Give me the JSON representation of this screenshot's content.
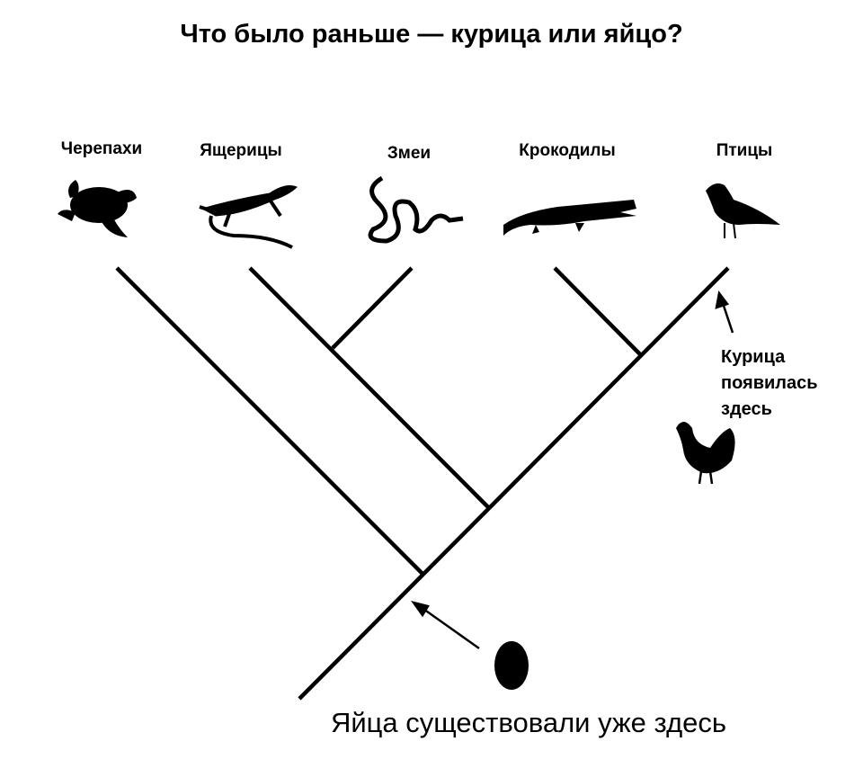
{
  "title": "Что было раньше — курица или яйцо?",
  "taxa": [
    "Черепахи",
    "Ящерицы",
    "Змеи",
    "Крокодилы",
    "Птицы"
  ],
  "chicken_note": [
    "Курица",
    "появилась",
    "здесь"
  ],
  "egg_note": "Яйца существовали уже здесь"
}
